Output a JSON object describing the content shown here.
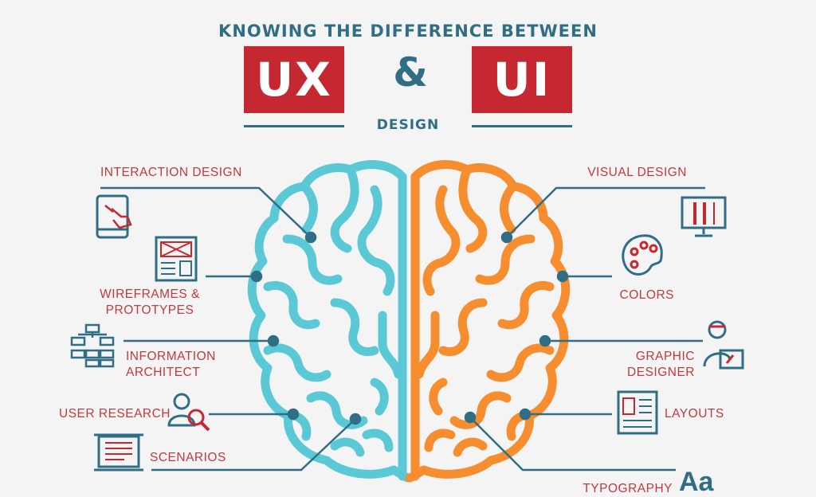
{
  "header": {
    "title": "KNOWING THE DIFFERENCE BETWEEN",
    "left_badge": "UX",
    "ampersand": "&",
    "right_badge": "UI",
    "subtitle": "DESIGN"
  },
  "ux_items": [
    {
      "label": "INTERACTION DESIGN",
      "icon": "tablet-touch-icon"
    },
    {
      "label": "WIREFRAMES &",
      "label2": "PROTOTYPES",
      "icon": "wireframe-icon"
    },
    {
      "label": "INFORMATION",
      "label2": "ARCHITECT",
      "icon": "sitemap-icon"
    },
    {
      "label": "USER RESEARCH",
      "icon": "user-search-icon"
    },
    {
      "label": "SCENARIOS",
      "icon": "scroll-document-icon"
    }
  ],
  "ui_items": [
    {
      "label": "VISUAL DESIGN",
      "icon": "monitor-tools-icon"
    },
    {
      "label": "COLORS",
      "icon": "palette-icon"
    },
    {
      "label": "GRAPHIC",
      "label2": "DESIGNER",
      "icon": "designer-icon"
    },
    {
      "label": "LAYOUTS",
      "icon": "layout-icon"
    },
    {
      "label": "TYPOGRAPHY",
      "icon": "typography-icon",
      "glyph": "Aa"
    }
  ],
  "colors": {
    "ux_brain": "#5bc8d6",
    "ui_brain": "#f68d2e",
    "accent_red": "#c62832",
    "navy": "#2f6e84"
  }
}
